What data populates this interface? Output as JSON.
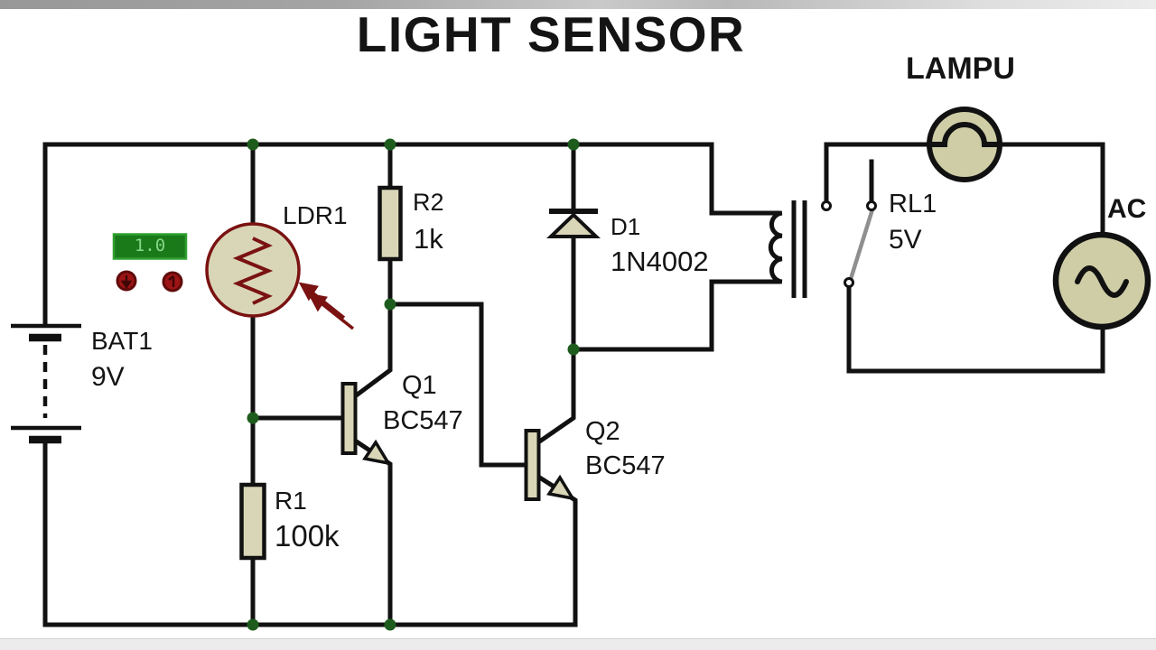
{
  "page": {
    "title": "LIGHT SENSOR"
  },
  "display": {
    "value": "1.0"
  },
  "components": {
    "bat1": {
      "ref": "BAT1",
      "value": "9V"
    },
    "ldr1": {
      "ref": "LDR1"
    },
    "r1": {
      "ref": "R1",
      "value": "100k"
    },
    "r2": {
      "ref": "R2",
      "value": "1k"
    },
    "d1": {
      "ref": "D1",
      "value": "1N4002"
    },
    "q1": {
      "ref": "Q1",
      "value": "BC547"
    },
    "q2": {
      "ref": "Q2",
      "value": "BC547"
    },
    "rl1": {
      "ref": "RL1",
      "value": "5V"
    },
    "lamp": {
      "label": "LAMPU"
    },
    "ac": {
      "label": "AC"
    }
  },
  "icons": {
    "probe_left": "arrow-down-indicator",
    "probe_right": "digit-one-indicator"
  },
  "colors": {
    "wire": "#111111",
    "junction_dot": "#1d5c1d",
    "component_fill": "#d9d6b8",
    "source_fill": "#cfcda6",
    "ldr_outline": "#7a1212",
    "display_fill": "#1a7a1a",
    "display_border": "#2fa02f",
    "display_text": "#86d886",
    "probe_fill": "#9c1414",
    "switch_armature": "#8f8f8f"
  }
}
